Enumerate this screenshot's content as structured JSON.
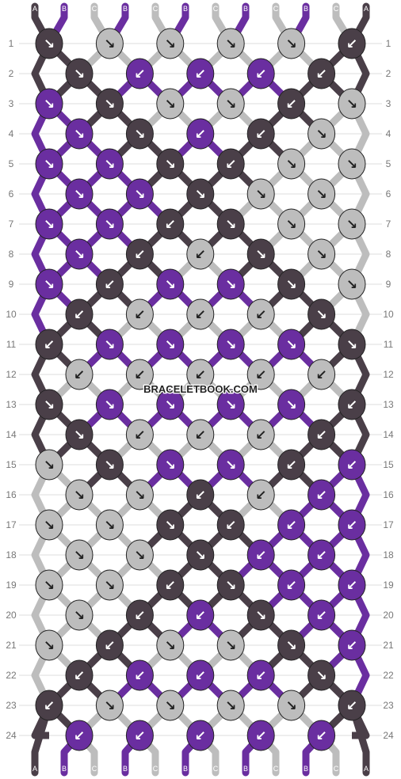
{
  "watermark": "BRACELETBOOK.COM",
  "top_string_labels": [
    "A",
    "B",
    "C",
    "B",
    "C",
    "B",
    "C",
    "B",
    "C",
    "B",
    "C",
    "A"
  ],
  "bottom_string_labels": [
    "A",
    "B",
    "C",
    "B",
    "C",
    "B",
    "C",
    "B",
    "C",
    "B",
    "C",
    "A"
  ],
  "row_numbers": [
    "1",
    "2",
    "3",
    "4",
    "5",
    "6",
    "7",
    "8",
    "9",
    "10",
    "11",
    "12",
    "13",
    "14",
    "15",
    "16",
    "17",
    "18",
    "19",
    "20",
    "21",
    "22",
    "23",
    "24"
  ],
  "colors": {
    "A": "#4a3f48",
    "B": "#6a2ea0",
    "C": "#bdbdbd",
    "row_line": "#dddddd",
    "label_text": "#777777"
  },
  "knot_rows": [
    [
      "A",
      "C",
      "C",
      "C",
      "C",
      "A"
    ],
    [
      "A",
      "B",
      "B",
      "B",
      "A"
    ],
    [
      "B",
      "A",
      "C",
      "C",
      "A",
      "C"
    ],
    [
      "B",
      "A",
      "B",
      "A",
      "C"
    ],
    [
      "B",
      "B",
      "A",
      "A",
      "C",
      "C"
    ],
    [
      "B",
      "B",
      "A",
      "C",
      "C"
    ],
    [
      "B",
      "B",
      "A",
      "A",
      "C",
      "C"
    ],
    [
      "B",
      "A",
      "C",
      "A",
      "C"
    ],
    [
      "B",
      "A",
      "B",
      "B",
      "A",
      "C"
    ],
    [
      "A",
      "C",
      "C",
      "C",
      "A"
    ],
    [
      "A",
      "B",
      "B",
      "B",
      "B",
      "A"
    ],
    [
      "C",
      "C",
      "C",
      "C",
      "C"
    ],
    [
      "A",
      "B",
      "B",
      "B",
      "B",
      "A"
    ],
    [
      "A",
      "C",
      "C",
      "C",
      "A"
    ],
    [
      "C",
      "A",
      "B",
      "B",
      "A",
      "B"
    ],
    [
      "C",
      "C",
      "A",
      "C",
      "B"
    ],
    [
      "C",
      "C",
      "A",
      "A",
      "B",
      "B"
    ],
    [
      "C",
      "C",
      "A",
      "B",
      "B"
    ],
    [
      "C",
      "C",
      "A",
      "A",
      "B",
      "B"
    ],
    [
      "C",
      "A",
      "B",
      "A",
      "B"
    ],
    [
      "C",
      "A",
      "C",
      "C",
      "A",
      "B"
    ],
    [
      "A",
      "B",
      "B",
      "B",
      "A"
    ],
    [
      "A",
      "C",
      "C",
      "C",
      "C",
      "A"
    ],
    [
      "B",
      "B",
      "B",
      "B",
      "B"
    ]
  ],
  "knot_arrows": [
    [
      "↘",
      "↘",
      "↘",
      "↘",
      "↘",
      "↙"
    ],
    [
      "↘",
      "↙",
      "↙",
      "↙",
      "↙"
    ],
    [
      "↘",
      "↘",
      "↘",
      "↘",
      "↙",
      "↘"
    ],
    [
      "↘",
      "↘",
      "↙",
      "↙",
      "↘"
    ],
    [
      "↘",
      "↘",
      "↘",
      "↙",
      "↘",
      "↘"
    ],
    [
      "↘",
      "↘",
      "↘",
      "↘",
      "↘"
    ],
    [
      "↘",
      "↘",
      "↙",
      "↘",
      "↘",
      "↘"
    ],
    [
      "↘",
      "↙",
      "↙",
      "↘",
      "↘"
    ],
    [
      "↘",
      "↙",
      "↘",
      "↘",
      "↘",
      "↘"
    ],
    [
      "↙",
      "↙",
      "↙",
      "↙",
      "↘"
    ],
    [
      "↙",
      "↘",
      "↘",
      "↘",
      "↘",
      "↘"
    ],
    [
      "↙",
      "↙",
      "↙",
      "↙",
      "↙"
    ],
    [
      "↘",
      "↘",
      "↘",
      "↘",
      "↘",
      "↙"
    ],
    [
      "↘",
      "↙",
      "↙",
      "↙",
      "↙"
    ],
    [
      "↘",
      "↘",
      "↘",
      "↘",
      "↙",
      "↙"
    ],
    [
      "↘",
      "↘",
      "↙",
      "↙",
      "↙"
    ],
    [
      "↘",
      "↘",
      "↘",
      "↙",
      "↙",
      "↙"
    ],
    [
      "↘",
      "↘",
      "↘",
      "↙",
      "↙"
    ],
    [
      "↘",
      "↘",
      "↙",
      "↘",
      "↙",
      "↙"
    ],
    [
      "↘",
      "↙",
      "↙",
      "↘",
      "↙"
    ],
    [
      "↘",
      "↙",
      "↘",
      "↘",
      "↘",
      "↙"
    ],
    [
      "↙",
      "↙",
      "↙",
      "↙",
      "↘"
    ],
    [
      "↙",
      "↘",
      "↘",
      "↘",
      "↘",
      "↙"
    ],
    [
      "↙",
      "↙",
      "↙",
      "↙",
      "↙"
    ]
  ]
}
